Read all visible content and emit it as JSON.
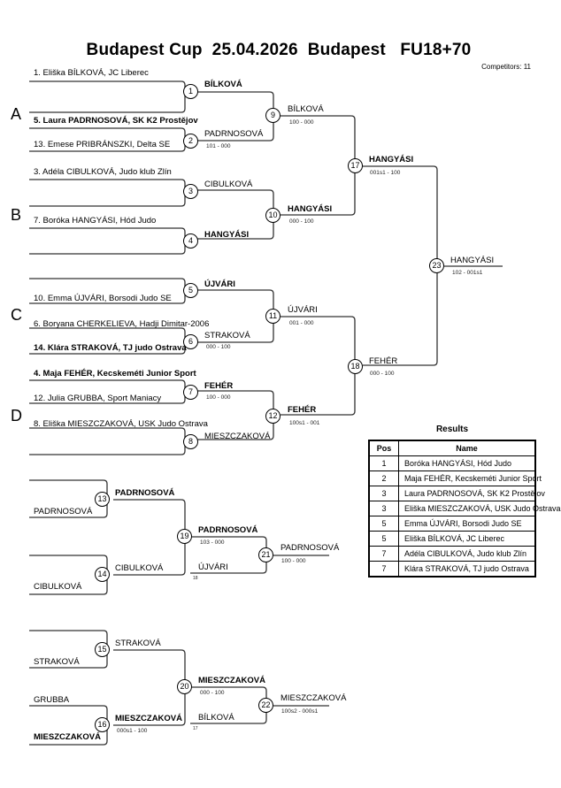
{
  "header": {
    "title": "Budapest Cup  25.04.2026  Budapest   FU18+70",
    "competitors": "Competitors: 11"
  },
  "pools": [
    "A",
    "B",
    "C",
    "D"
  ],
  "entrants": [
    {
      "text": "1. Eliška BÍLKOVÁ, JC Liberec",
      "bold": false
    },
    {
      "text": "5. Laura PADRNOSOVÁ, SK K2 Prostějov",
      "bold": true
    },
    {
      "text": "13. Emese PRIBRÁNSZKI, Delta SE",
      "bold": false
    },
    {
      "text": "3. Adéla CIBULKOVÁ, Judo klub Zlín",
      "bold": false
    },
    {
      "text": "7. Boróka HANGYÁSI, Hód Judo",
      "bold": false
    },
    {
      "text": "10. Emma ÚJVÁRI, Borsodi Judo SE",
      "bold": false
    },
    {
      "text": "6. Boryana CHERKELIEVA, Hadji Dimitar-2006",
      "bold": false
    },
    {
      "text": "14. Klára STRAKOVÁ, TJ judo Ostrava",
      "bold": true
    },
    {
      "text": "4. Maja FEHÉR, Kecskeméti Junior Sport",
      "bold": true
    },
    {
      "text": "12. Julia GRUBBA, Sport Maniacy",
      "bold": false
    },
    {
      "text": "8. Eliška MIESZCZAKOVÁ, USK Judo Ostrava",
      "bold": false
    }
  ],
  "matches": {
    "m1": {
      "num": "1",
      "winner": "BÍLKOVÁ",
      "score": ""
    },
    "m2": {
      "num": "2",
      "winner": "PADRNOSOVÁ",
      "score": "101 - 000"
    },
    "m3": {
      "num": "3",
      "winner": "CIBULKOVÁ",
      "score": ""
    },
    "m4": {
      "num": "4",
      "winner": "HANGYÁSI",
      "score": ""
    },
    "m5": {
      "num": "5",
      "winner": "ÚJVÁRI",
      "score": ""
    },
    "m6": {
      "num": "6",
      "winner": "STRAKOVÁ",
      "score": "000 - 100"
    },
    "m7": {
      "num": "7",
      "winner": "FEHÉR",
      "score": "100 - 000"
    },
    "m8": {
      "num": "8",
      "winner": "MIESZCZAKOVÁ",
      "score": ""
    },
    "m9": {
      "num": "9",
      "winner": "BÍLKOVÁ",
      "score": "100 - 000"
    },
    "m10": {
      "num": "10",
      "winner": "HANGYÁSI",
      "score": "000 - 100"
    },
    "m11": {
      "num": "11",
      "winner": "ÚJVÁRI",
      "score": "001 - 000"
    },
    "m12": {
      "num": "12",
      "winner": "FEHÉR",
      "score": "100s1 - 001"
    },
    "m17": {
      "num": "17",
      "winner": "HANGYÁSI",
      "score": "001s1 - 100"
    },
    "m18": {
      "num": "18",
      "winner": "FEHÉR",
      "score": "000 - 100"
    },
    "m23": {
      "num": "23",
      "winner": "HANGYÁSI",
      "score": "102 - 001s1"
    }
  },
  "repechage": {
    "r13": {
      "num": "13",
      "top": "",
      "bottom": "PADRNOSOVÁ",
      "winner": "PADRNOSOVÁ"
    },
    "r14": {
      "num": "14",
      "top": "",
      "bottom": "CIBULKOVÁ",
      "winner": "CIBULKOVÁ"
    },
    "r19": {
      "num": "19",
      "winner": "PADRNOSOVÁ",
      "score": "103 - 000"
    },
    "r19_opp": {
      "name": "ÚJVÁRI",
      "from": "18"
    },
    "r21": {
      "num": "21",
      "winner": "PADRNOSOVÁ",
      "score": "100 - 000"
    },
    "r15": {
      "num": "15",
      "top": "",
      "bottom": "STRAKOVÁ",
      "winner": "STRAKOVÁ"
    },
    "r16": {
      "num": "16",
      "top": "GRUBBA",
      "bottom": "MIESZCZAKOVÁ",
      "winner": "MIESZCZAKOVÁ",
      "score": "000s1 - 100"
    },
    "r20": {
      "num": "20",
      "winner": "MIESZCZAKOVÁ",
      "score": "000 - 100"
    },
    "r20_opp": {
      "name": "BÍLKOVÁ",
      "from": "17"
    },
    "r22": {
      "num": "22",
      "winner": "MIESZCZAKOVÁ",
      "score": "100s2 - 000s1"
    }
  },
  "results": {
    "title": "Results",
    "columns": [
      "Pos",
      "Name"
    ],
    "rows": [
      {
        "pos": "1",
        "name": "Boróka HANGYÁSI, Hód Judo"
      },
      {
        "pos": "2",
        "name": "Maja FEHÉR, Kecskeméti Junior Sport"
      },
      {
        "pos": "3",
        "name": "Laura PADRNOSOVÁ, SK K2 Prostějov"
      },
      {
        "pos": "3",
        "name": "Eliška MIESZCZAKOVÁ, USK Judo Ostrava"
      },
      {
        "pos": "5",
        "name": "Emma ÚJVÁRI, Borsodi Judo SE"
      },
      {
        "pos": "5",
        "name": "Eliška BÍLKOVÁ, JC Liberec"
      },
      {
        "pos": "7",
        "name": "Adéla CIBULKOVÁ, Judo klub Zlín"
      },
      {
        "pos": "7",
        "name": "Klára STRAKOVÁ, TJ judo Ostrava"
      }
    ]
  }
}
